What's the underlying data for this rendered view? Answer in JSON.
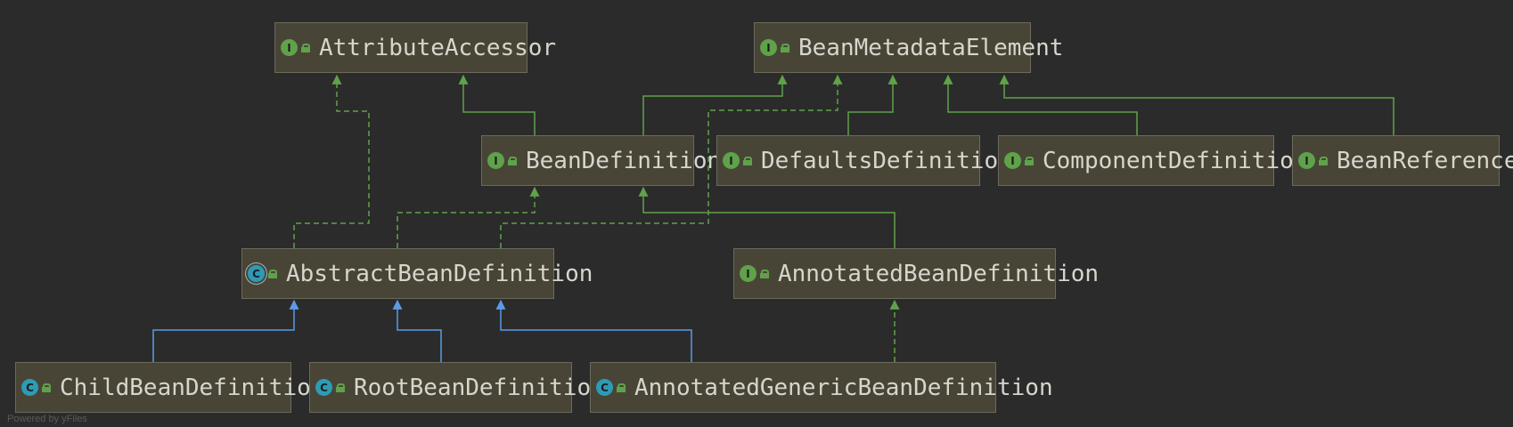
{
  "colors": {
    "background": "#2b2b2b",
    "interface_edge": "#5fa24a",
    "class_edge": "#5a9be6",
    "node_fill": "#484537"
  },
  "nodes": [
    {
      "id": "attribute_accessor",
      "label": "AttributeAccessor",
      "kind": "I"
    },
    {
      "id": "bean_metadata_element",
      "label": "BeanMetadataElement",
      "kind": "I"
    },
    {
      "id": "bean_definition",
      "label": "BeanDefinition",
      "kind": "I"
    },
    {
      "id": "defaults_definition",
      "label": "DefaultsDefinition",
      "kind": "I"
    },
    {
      "id": "component_definition",
      "label": "ComponentDefinition",
      "kind": "I"
    },
    {
      "id": "bean_reference",
      "label": "BeanReference",
      "kind": "I"
    },
    {
      "id": "abstract_bean_definition",
      "label": "AbstractBeanDefinition",
      "kind": "A"
    },
    {
      "id": "annotated_bean_definition",
      "label": "AnnotatedBeanDefinition",
      "kind": "I"
    },
    {
      "id": "child_bean_definition",
      "label": "ChildBeanDefinition",
      "kind": "C"
    },
    {
      "id": "root_bean_definition",
      "label": "RootBeanDefinition",
      "kind": "C"
    },
    {
      "id": "annotated_generic_bean_definition",
      "label": "AnnotatedGenericBeanDefinition",
      "kind": "C"
    }
  ],
  "edges": [
    {
      "from": "bean_definition",
      "to": "attribute_accessor",
      "type": "extends"
    },
    {
      "from": "bean_definition",
      "to": "bean_metadata_element",
      "type": "extends"
    },
    {
      "from": "defaults_definition",
      "to": "bean_metadata_element",
      "type": "extends"
    },
    {
      "from": "component_definition",
      "to": "bean_metadata_element",
      "type": "extends"
    },
    {
      "from": "bean_reference",
      "to": "bean_metadata_element",
      "type": "extends"
    },
    {
      "from": "annotated_bean_definition",
      "to": "bean_definition",
      "type": "extends"
    },
    {
      "from": "abstract_bean_definition",
      "to": "attribute_accessor",
      "type": "implements"
    },
    {
      "from": "abstract_bean_definition",
      "to": "bean_definition",
      "type": "implements"
    },
    {
      "from": "abstract_bean_definition",
      "to": "bean_metadata_element",
      "type": "implements"
    },
    {
      "from": "child_bean_definition",
      "to": "abstract_bean_definition",
      "type": "class-extends"
    },
    {
      "from": "root_bean_definition",
      "to": "abstract_bean_definition",
      "type": "class-extends"
    },
    {
      "from": "annotated_generic_bean_definition",
      "to": "abstract_bean_definition",
      "type": "class-extends"
    },
    {
      "from": "annotated_generic_bean_definition",
      "to": "annotated_bean_definition",
      "type": "implements"
    }
  ],
  "footer": "Powered by yFiles"
}
